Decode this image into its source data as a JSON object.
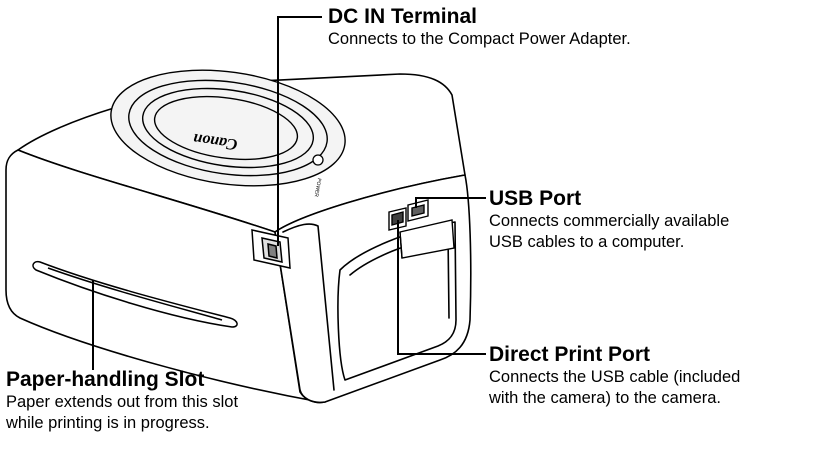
{
  "logo_text": "Canon",
  "power_text": "POWER",
  "callouts": {
    "dc_in": {
      "title": "DC IN Terminal",
      "desc": [
        "Connects to the Compact Power Adapter."
      ]
    },
    "usb": {
      "title": "USB Port",
      "desc": [
        "Connects commercially available",
        "USB cables to a computer."
      ]
    },
    "direct": {
      "title": "Direct Print Port",
      "desc": [
        "Connects the USB cable (included",
        "with the camera) to the camera."
      ]
    },
    "paper": {
      "title": "Paper-handling Slot",
      "desc": [
        "Paper extends out from this slot",
        "while printing is in progress."
      ]
    }
  }
}
